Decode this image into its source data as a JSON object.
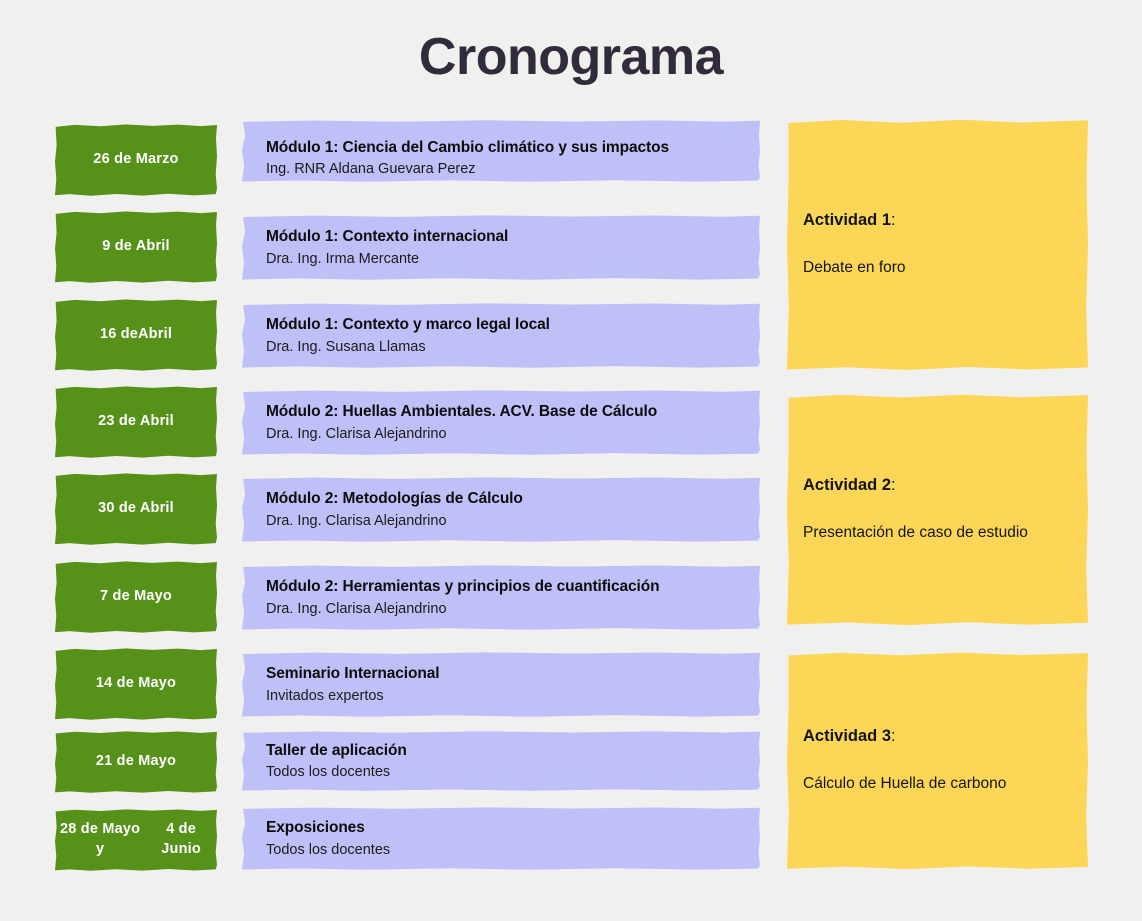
{
  "title": "Cronograma",
  "colors": {
    "background": "#f0f0ef",
    "title_text": "#322b3b",
    "date_chip": "#569119",
    "date_chip_text": "#ffffff",
    "module_bar": "#c0c0f8",
    "module_text": "#0d0d0d",
    "activity_card": "#fcd757",
    "activity_text": "#141414"
  },
  "rows": [
    {
      "date": "26 de Marzo",
      "module_title": "Módulo 1: Ciencia del Cambio climático y sus impactos",
      "module_sub": "Ing. RNR Aldana Guevara Perez"
    },
    {
      "date": "9 de Abril",
      "module_title": "Módulo 1: Contexto internacional",
      "module_sub": "Dra. Ing. Irma Mercante"
    },
    {
      "date": "16 deAbril",
      "module_title": "Módulo 1: Contexto y marco legal local",
      "module_sub": "Dra. Ing. Susana Llamas"
    },
    {
      "date": "23 de Abril",
      "module_title": "Módulo 2: Huellas Ambientales. ACV. Base de Cálculo",
      "module_sub": "Dra. Ing. Clarisa Alejandrino"
    },
    {
      "date": "30 de Abril",
      "module_title": "Módulo 2: Metodologías de Cálculo",
      "module_sub": "Dra. Ing. Clarisa Alejandrino"
    },
    {
      "date": "7 de Mayo",
      "module_title": "Módulo 2: Herramientas y principios de cuantificación",
      "module_sub": "Dra. Ing. Clarisa Alejandrino"
    },
    {
      "date": "14 de Mayo",
      "module_title": "Seminario Internacional",
      "module_sub": "Invitados expertos"
    },
    {
      "date": "21 de Mayo",
      "module_title": "Taller de aplicación",
      "module_sub": "Todos los docentes"
    },
    {
      "date_line1": "28 de Mayo y",
      "date_line2": "4 de Junio",
      "module_title": "Exposiciones",
      "module_sub": "Todos los docentes"
    }
  ],
  "activities": [
    {
      "label": "Actividad 1",
      "colon": ":",
      "description": "Debate en foro"
    },
    {
      "label": "Actividad 2",
      "colon": ":",
      "description": "Presentación de caso de estudio"
    },
    {
      "label": "Actividad 3",
      "colon": ":",
      "description": "Cálculo de Huella de carbono"
    }
  ]
}
